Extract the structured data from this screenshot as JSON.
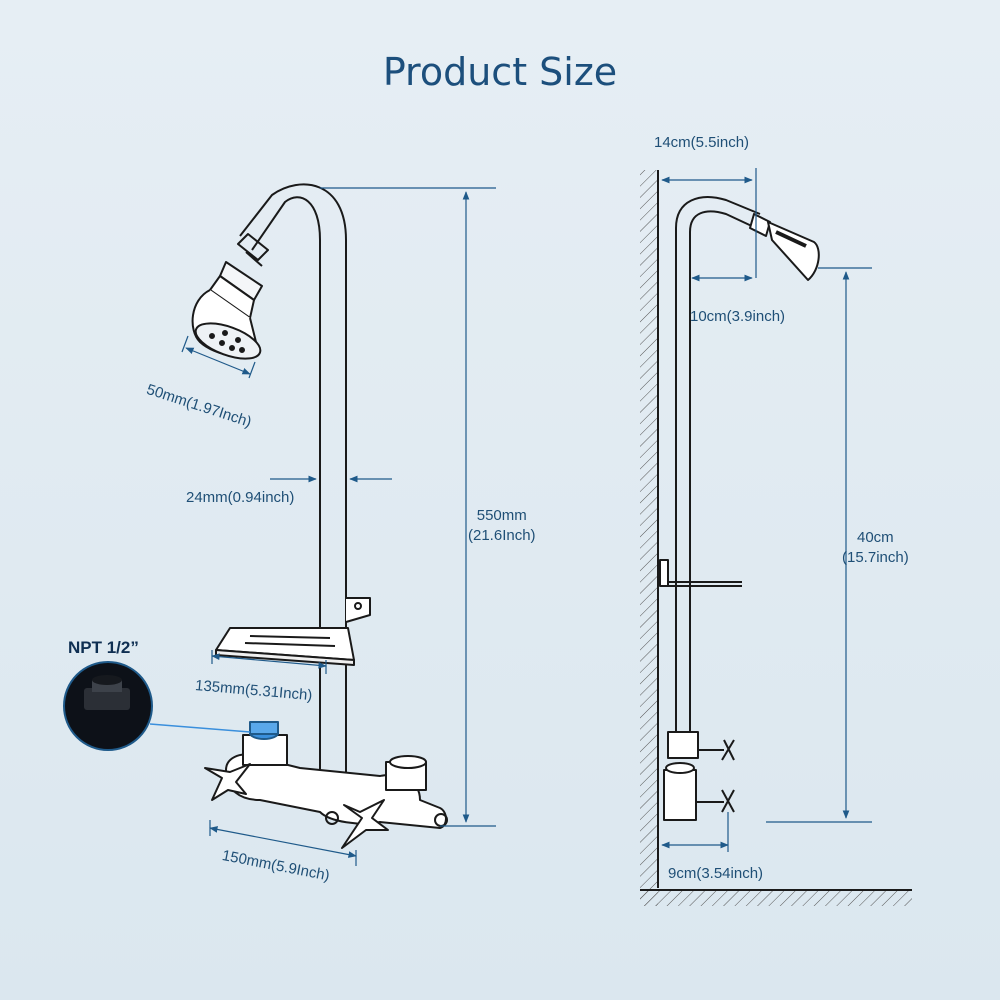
{
  "title": "Product Size",
  "front_view": {
    "shower_head_width": "50mm(1.97Inch)",
    "pipe_diameter": "24mm(0.94inch)",
    "total_height_mm": "550mm",
    "total_height_in": "(21.6Inch)",
    "soap_dish_width": "135mm(5.31Inch)",
    "valve_spacing": "150mm(5.9Inch)",
    "thread_spec": "NPT 1/2”"
  },
  "side_view": {
    "top_projection": "14cm(5.5inch)",
    "arm_offset": "10cm(3.9inch)",
    "head_height_cm": "40cm",
    "head_height_in": "(15.7inch)",
    "base_projection": "9cm(3.54inch)"
  },
  "colors": {
    "dimension_line": "#1f5a8a",
    "outline": "#1a1a1a",
    "title": "#1c4f7c",
    "highlight": "#3a8fdc"
  }
}
